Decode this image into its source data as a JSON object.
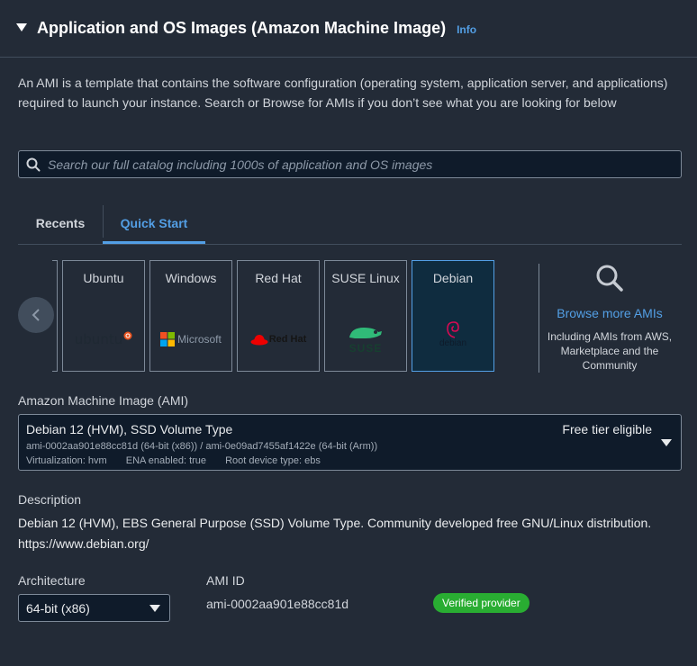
{
  "header": {
    "title": "Application and OS Images (Amazon Machine Image)",
    "info_link": "Info"
  },
  "description": "An AMI is a template that contains the software configuration (operating system, application server, and applications) required to launch your instance. Search or Browse for AMIs if you don’t see what you are looking for below",
  "search": {
    "placeholder": "Search our full catalog including 1000s of application and OS images"
  },
  "tabs": {
    "recents": "Recents",
    "quick_start": "Quick Start",
    "active": "Quick Start"
  },
  "os_cards": [
    {
      "name": "Ubuntu",
      "logo_text": "ubuntu",
      "icon": "ubuntu-logo"
    },
    {
      "name": "Windows",
      "logo_text": "Microsoft",
      "icon": "microsoft-logo"
    },
    {
      "name": "Red Hat",
      "logo_text": "Red Hat",
      "icon": "redhat-logo"
    },
    {
      "name": "SUSE Linux",
      "logo_text": "SUSE",
      "icon": "suse-logo"
    },
    {
      "name": "Debian",
      "logo_text": "debian",
      "icon": "debian-logo"
    }
  ],
  "selected_os": "Debian",
  "browse": {
    "link": "Browse more AMIs",
    "subtext": "Including AMIs from AWS, Marketplace and the Community"
  },
  "ami": {
    "label": "Amazon Machine Image (AMI)",
    "name": "Debian 12 (HVM), SSD Volume Type",
    "ids": "ami-0002aa901e88cc81d (64-bit (x86)) / ami-0e09ad7455af1422e (64-bit (Arm))",
    "virtualization": "Virtualization: hvm",
    "ena": "ENA enabled: true",
    "root_device": "Root device type: ebs",
    "free_tier": "Free tier eligible"
  },
  "details": {
    "description_label": "Description",
    "description_value": "Debian 12 (HVM), EBS General Purpose (SSD) Volume Type. Community developed free GNU/Linux distribution. https://www.debian.org/",
    "architecture_label": "Architecture",
    "architecture_value": "64-bit (x86)",
    "ami_id_label": "AMI ID",
    "ami_id_value": "ami-0002aa901e88cc81d",
    "badge": "Verified provider"
  },
  "colors": {
    "background": "#232b37",
    "accent": "#539fe5",
    "badge_green": "#29ad32",
    "input_bg": "#0f1b2a",
    "border": "#7d8998"
  }
}
